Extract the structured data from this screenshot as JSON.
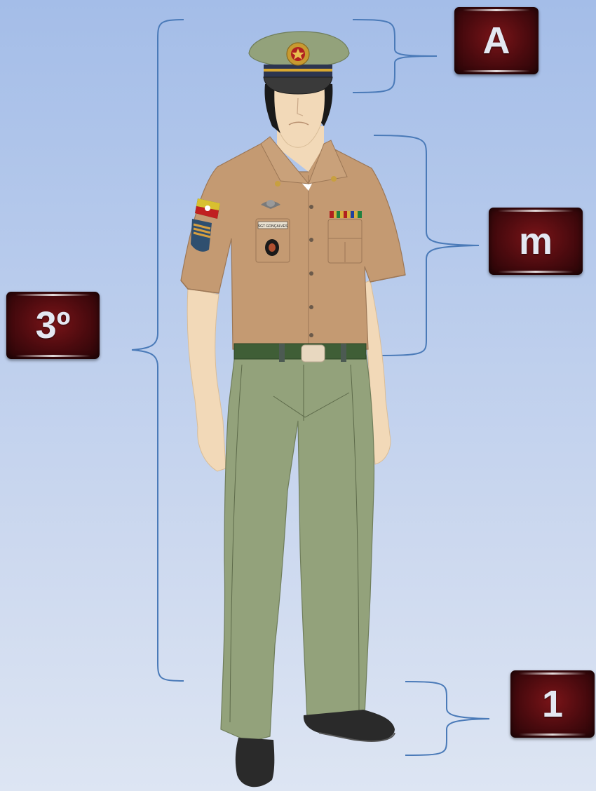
{
  "labels": {
    "cap": "A",
    "shirt": "m",
    "full_uniform": "3º",
    "shoes": "1"
  },
  "shirt_name_tag": "SGT GONÇALVES",
  "colors": {
    "background_top": "#a4bde8",
    "background_bottom": "#dde5f3",
    "label_box": "#5a0c10",
    "label_text": "#e4e8f2",
    "bracket": "#4a7ab8",
    "shirt": "#c49a72",
    "trousers": "#93a27b",
    "cap": "#93a27b",
    "belt": "#3f5e36",
    "skin": "#f2d9b8",
    "shoes": "#2a2a2a"
  },
  "icons": [
    "cap-badge-icon",
    "parachute-wings-icon",
    "state-flag-patch-icon",
    "sergeant-chevrons-icon",
    "unit-emblem-icon",
    "ribbon-bar-icon"
  ]
}
